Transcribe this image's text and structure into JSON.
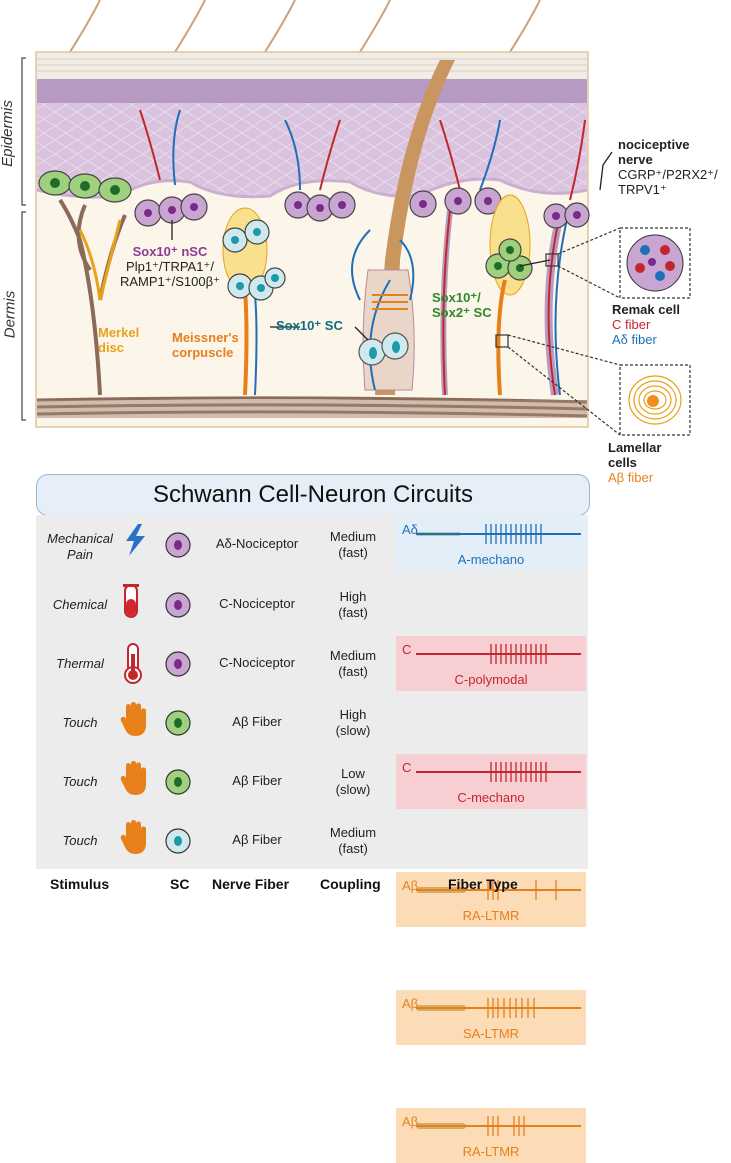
{
  "layers": {
    "epidermis": "Epidermis",
    "dermis": "Dermis"
  },
  "labels": {
    "nociceptive_nerve_1": "nociceptive",
    "nociceptive_nerve_2": "nerve",
    "nociceptive_markers_1": "CGRP⁺/P2RX2⁺/",
    "nociceptive_markers_2": "TRPV1⁺",
    "nsc_title": "Sox10⁺ nSC",
    "nsc_markers_1": "Plp1⁺/TRPA1⁺/",
    "nsc_markers_2": "RAMP1⁺/S100β⁺",
    "merkel_1": "Merkel",
    "merkel_2": "disc",
    "meissner_1": "Meissner's",
    "meissner_2": "corpuscle",
    "sox10_sc": "Sox10⁺ SC",
    "sox10_sox2_1": "Sox10⁺/",
    "sox10_sox2_2": "Sox2⁺ SC",
    "remak_title": "Remak cell",
    "remak_c": "C fiber",
    "remak_ad": "Aδ fiber",
    "lamellar_1": "Lamellar",
    "lamellar_2": "cells",
    "lamellar_ab": "Aβ fiber"
  },
  "table": {
    "title": "Schwann Cell-Neuron Circuits",
    "rows": [
      {
        "stimulus": [
          "Mechanical",
          "Pain"
        ],
        "icon": "lightning-icon",
        "sc": "purple",
        "nerve": "Aδ-Nociceptor",
        "coupling": [
          "Medium",
          "(fast)"
        ],
        "fiber_symbol": "Aδ",
        "fiber_name": "A-mechano",
        "fiber_color": "#1f6fb8",
        "fiber_bg": "#e4eef9"
      },
      {
        "stimulus": [
          "Chemical"
        ],
        "icon": "test-tube-icon",
        "sc": "purple",
        "nerve": "C-Nociceptor",
        "coupling": [
          "High",
          "(fast)"
        ],
        "fiber_symbol": "C",
        "fiber_name": "C-polymodal",
        "fiber_color": "#c3262d",
        "fiber_bg": "#f7cfd3"
      },
      {
        "stimulus": [
          "Thermal"
        ],
        "icon": "thermometer-icon",
        "sc": "purple",
        "nerve": "C-Nociceptor",
        "coupling": [
          "Medium",
          "(fast)"
        ],
        "fiber_symbol": "C",
        "fiber_name": "C-mechano",
        "fiber_color": "#c3262d",
        "fiber_bg": "#f7cfd3"
      },
      {
        "stimulus": [
          "Touch"
        ],
        "icon": "hand-icon",
        "sc": "green",
        "nerve": "Aβ Fiber",
        "coupling": [
          "High",
          "(slow)"
        ],
        "fiber_symbol": "Aβ",
        "fiber_name": "RA-LTMR",
        "fiber_color": "#e8801a",
        "fiber_bg": "#fbdcb6"
      },
      {
        "stimulus": [
          "Touch"
        ],
        "icon": "hand-icon",
        "sc": "green",
        "nerve": "Aβ Fiber",
        "coupling": [
          "Low",
          "(slow)"
        ],
        "fiber_symbol": "Aβ",
        "fiber_name": "SA-LTMR",
        "fiber_color": "#e8801a",
        "fiber_bg": "#fbdcb6"
      },
      {
        "stimulus": [
          "Touch"
        ],
        "icon": "hand-icon",
        "sc": "teal",
        "nerve": "Aβ Fiber",
        "coupling": [
          "Medium",
          "(fast)"
        ],
        "fiber_symbol": "Aβ",
        "fiber_name": "RA-LTMR",
        "fiber_color": "#e8801a",
        "fiber_bg": "#fbdcb6"
      }
    ],
    "footer": {
      "stimulus": "Stimulus",
      "sc": "SC",
      "nerve": "Nerve Fiber",
      "coupling": "Coupling",
      "fiber_type": "Fiber Type"
    }
  },
  "colors": {
    "purple_sc": "#9b59a8",
    "green_sc": "#5fae4e",
    "teal_sc": "#2aa3b0",
    "merkel": "#e8a21a",
    "sox10_label": "#0e6e7e",
    "nsc_label": "#8a3d95",
    "sox2_label": "#2e8a2e"
  }
}
